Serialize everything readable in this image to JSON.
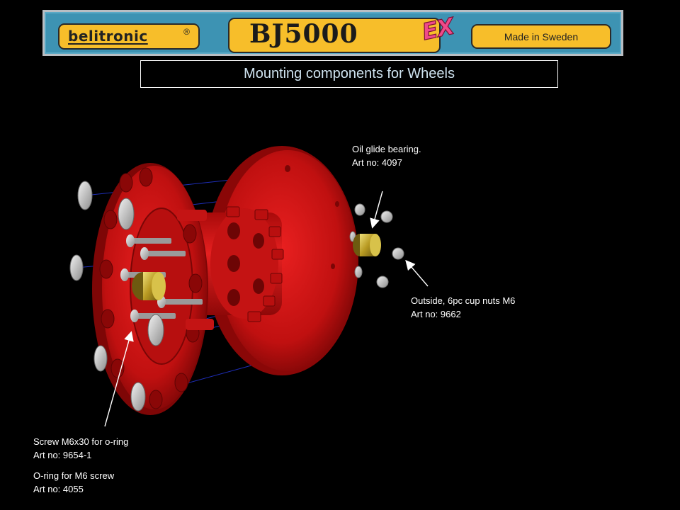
{
  "banner": {
    "brand": "belitronic",
    "registered_mark": "®",
    "model": "BJ5000",
    "model_suffix": "EX",
    "origin": "Made in Sweden"
  },
  "title": "Mounting components for Wheels",
  "callouts": {
    "bearing": {
      "name": "Oil glide bearing.",
      "art": "Art no: 4097"
    },
    "cup_nuts": {
      "name": "Outside, 6pc cup nuts M6",
      "art": "Art no: 9662"
    },
    "screw": {
      "name": "Screw M6x30 for o-ring",
      "art": "Art no: 9654-1"
    },
    "oring": {
      "name": "O-ring for M6 screw",
      "art": "Art no: 4055"
    }
  },
  "colors": {
    "banner_blue": "#3d93b3",
    "banner_pill": "#f7be2a",
    "hub_red": "#d41616",
    "bearing_gold": "#b8a22a",
    "title_text": "#cfe3f0"
  }
}
